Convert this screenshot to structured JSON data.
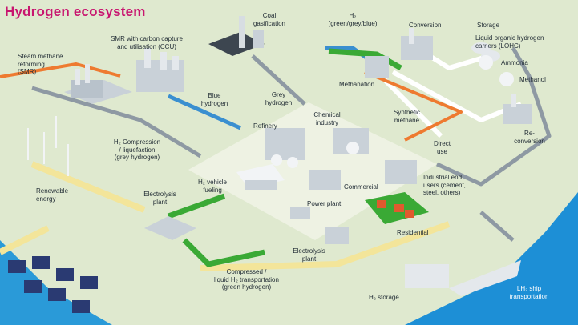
{
  "title": "Hydrogen ecosystem",
  "labels": {
    "coal": "Coal\ngasification",
    "h2_colors": "H₂\n(green/grey/blue)",
    "conversion": "Conversion",
    "storage": "Storage",
    "lohc": "Liquid organic hydrogen\ncarriers (LOHC)",
    "ammonia": "Ammonia",
    "methanol": "Methanol",
    "smr_ccu": "SMR with carbon capture\nand utilisation (CCU)",
    "smr": "Steam methane\nreforming\n(SMR)",
    "methanation": "Methanation",
    "blue_h2": "Blue\nhydrogen",
    "grey_h2": "Grey\nhydrogen",
    "synthetic_methane": "Synthetic\nmethane",
    "chemical_industry": "Chemical\nindustry",
    "refinery": "Refinery",
    "reconversion": "Re-\nconversion",
    "h2_compression": "H₂ Compression\n/ liquefaction\n(grey hydrogen)",
    "direct_use": "Direct\nuse",
    "industrial_end": "Industrial end\nusers (cement,\nsteel, others)",
    "h2_vehicle": "H₂ vehicle\nfueling",
    "commercial": "Commercial",
    "renewable": "Renewable\nenergy",
    "electrolysis1": "Electrolysis\nplant",
    "power_plant": "Power plant",
    "residential": "Residential",
    "electrolysis2": "Electrolysis\nplant",
    "compressed": "Compressed /\nliquid H₂ transportation\n(green hydrogen)",
    "h2_storage": "H₂ storage",
    "lh2_ship": "LH₂ ship\ntransportation"
  },
  "colors": {
    "title": "#c8156f",
    "grey_flow": "#8e99a3",
    "blue_flow": "#3a8fd0",
    "green_flow": "#3aa935",
    "orange_flow": "#ee7a30",
    "yellow_flow": "#f3e59a",
    "white_flow": "#ffffff",
    "water": "#1d8fd6",
    "ground": "#dfe9cf",
    "plaza": "#eef2e3"
  }
}
